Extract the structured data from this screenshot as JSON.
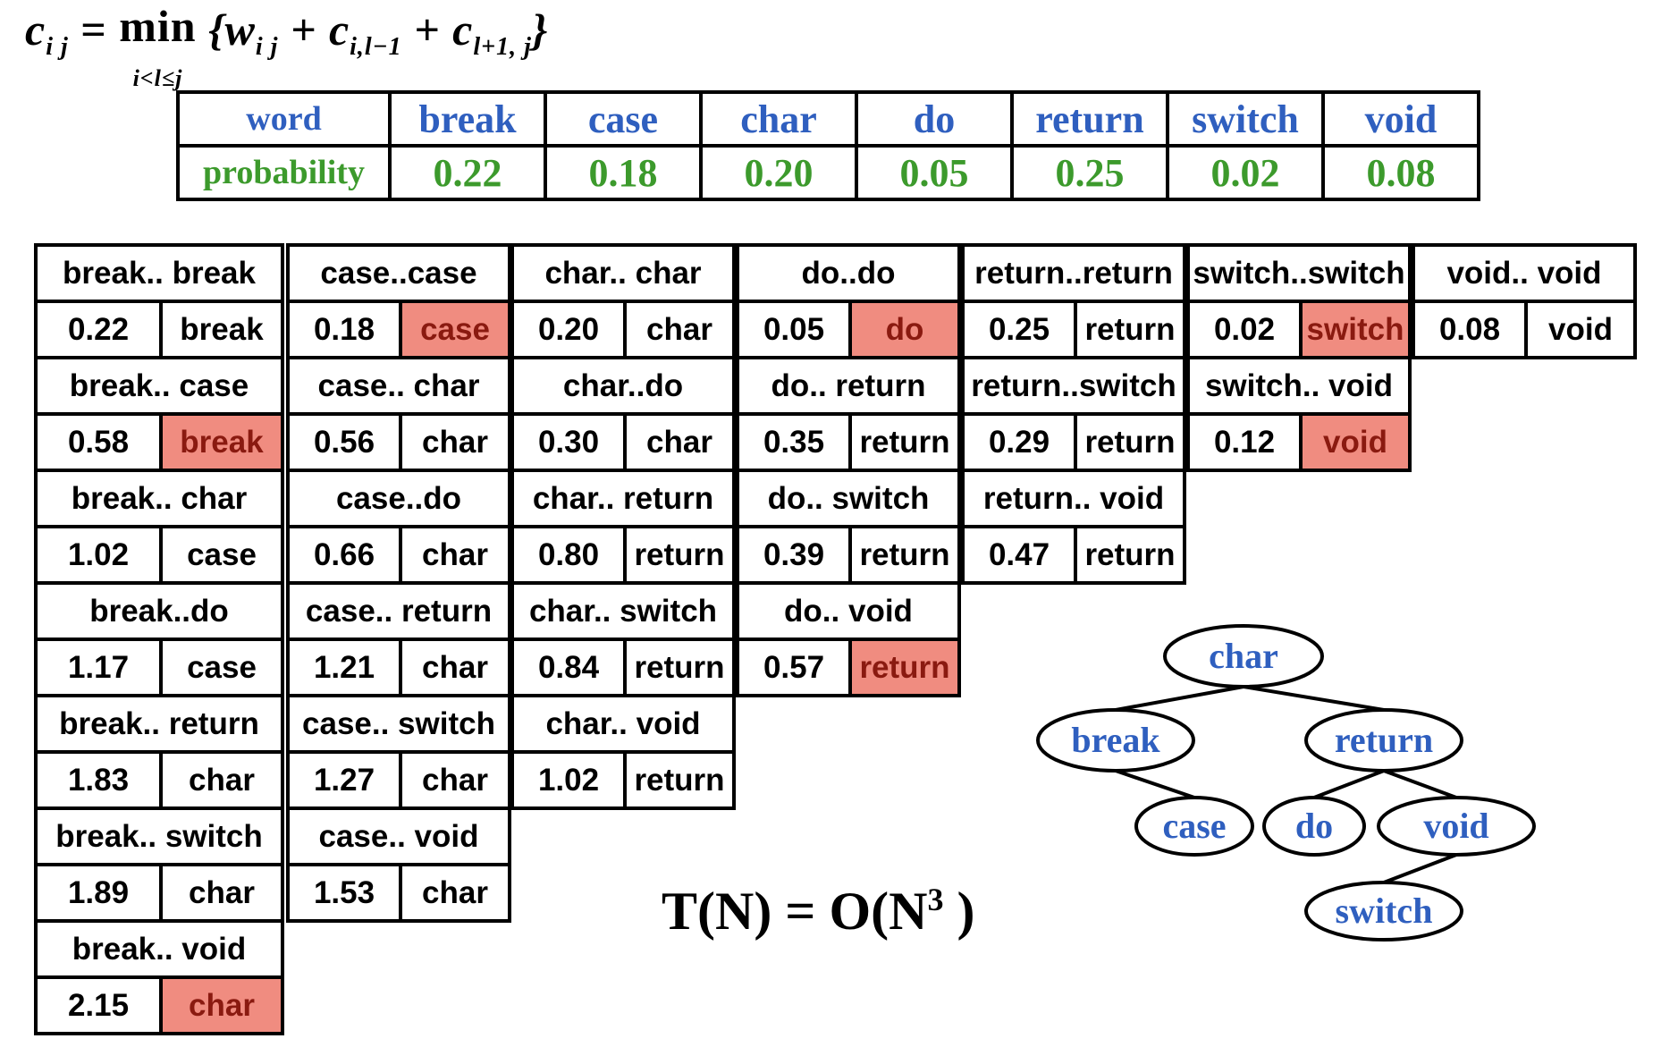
{
  "formula": {
    "lhs": "c",
    "lhs_sub": "i j",
    "op": "min",
    "op_sub": "i<l≤j",
    "rhs": "{w",
    "rhs_sub1": "i j",
    "rhs_mid": " + c",
    "rhs_sub2": "i,l−1",
    "rhs_mid2": " + c",
    "rhs_sub3": "l+1, j",
    "rhs_end": "}"
  },
  "prob_table": {
    "word_header": "word",
    "prob_header": "probability",
    "words": [
      "break",
      "case",
      "char",
      "do",
      "return",
      "switch",
      "void"
    ],
    "probabilities": [
      "0.22",
      "0.18",
      "0.20",
      "0.05",
      "0.25",
      "0.02",
      "0.08"
    ]
  },
  "dp": {
    "columns": [
      [
        {
          "range": "break.. break",
          "cost": "0.22",
          "root": "break",
          "highlight": false
        },
        {
          "range": "break.. case",
          "cost": "0.58",
          "root": "break",
          "highlight": true
        },
        {
          "range": "break.. char",
          "cost": "1.02",
          "root": "case",
          "highlight": false
        },
        {
          "range": "break..do",
          "cost": "1.17",
          "root": "case",
          "highlight": false
        },
        {
          "range": "break.. return",
          "cost": "1.83",
          "root": "char",
          "highlight": false
        },
        {
          "range": "break.. switch",
          "cost": "1.89",
          "root": "char",
          "highlight": false
        },
        {
          "range": "break.. void",
          "cost": "2.15",
          "root": "char",
          "highlight": true
        }
      ],
      [
        {
          "range": "case..case",
          "cost": "0.18",
          "root": "case",
          "highlight": true
        },
        {
          "range": "case.. char",
          "cost": "0.56",
          "root": "char",
          "highlight": false
        },
        {
          "range": "case..do",
          "cost": "0.66",
          "root": "char",
          "highlight": false
        },
        {
          "range": "case.. return",
          "cost": "1.21",
          "root": "char",
          "highlight": false
        },
        {
          "range": "case.. switch",
          "cost": "1.27",
          "root": "char",
          "highlight": false
        },
        {
          "range": "case.. void",
          "cost": "1.53",
          "root": "char",
          "highlight": false
        }
      ],
      [
        {
          "range": "char.. char",
          "cost": "0.20",
          "root": "char",
          "highlight": false
        },
        {
          "range": "char..do",
          "cost": "0.30",
          "root": "char",
          "highlight": false
        },
        {
          "range": "char.. return",
          "cost": "0.80",
          "root": "return",
          "highlight": false
        },
        {
          "range": "char.. switch",
          "cost": "0.84",
          "root": "return",
          "highlight": false
        },
        {
          "range": "char.. void",
          "cost": "1.02",
          "root": "return",
          "highlight": false
        }
      ],
      [
        {
          "range": "do..do",
          "cost": "0.05",
          "root": "do",
          "highlight": true
        },
        {
          "range": "do.. return",
          "cost": "0.35",
          "root": "return",
          "highlight": false
        },
        {
          "range": "do.. switch",
          "cost": "0.39",
          "root": "return",
          "highlight": false
        },
        {
          "range": "do.. void",
          "cost": "0.57",
          "root": "return",
          "highlight": true
        }
      ],
      [
        {
          "range": "return..return",
          "cost": "0.25",
          "root": "return",
          "highlight": false
        },
        {
          "range": "return..switch",
          "cost": "0.29",
          "root": "return",
          "highlight": false
        },
        {
          "range": "return.. void",
          "cost": "0.47",
          "root": "return",
          "highlight": false
        }
      ],
      [
        {
          "range": "switch..switch",
          "cost": "0.02",
          "root": "switch",
          "highlight": true
        },
        {
          "range": "switch.. void",
          "cost": "0.12",
          "root": "void",
          "highlight": true
        }
      ],
      [
        {
          "range": "void.. void",
          "cost": "0.08",
          "root": "void",
          "highlight": false
        }
      ]
    ]
  },
  "complexity": {
    "text": "T(N) = O(N",
    "exp": "3",
    "close": " )"
  },
  "tree": {
    "nodes": [
      {
        "id": "char",
        "label": "char"
      },
      {
        "id": "break",
        "label": "break"
      },
      {
        "id": "return",
        "label": "return"
      },
      {
        "id": "case",
        "label": "case"
      },
      {
        "id": "do",
        "label": "do"
      },
      {
        "id": "void",
        "label": "void"
      },
      {
        "id": "switch",
        "label": "switch"
      }
    ],
    "edges": [
      [
        "char",
        "break"
      ],
      [
        "char",
        "return"
      ],
      [
        "break",
        "case"
      ],
      [
        "return",
        "do"
      ],
      [
        "return",
        "void"
      ],
      [
        "void",
        "switch"
      ]
    ]
  }
}
